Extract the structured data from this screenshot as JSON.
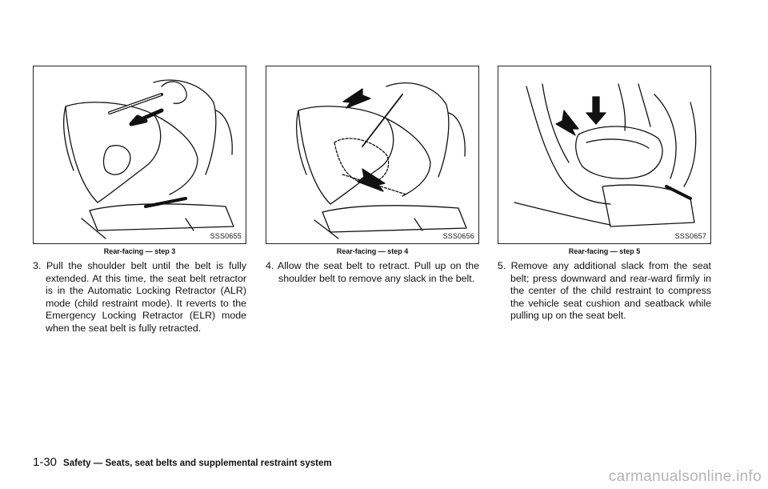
{
  "figures": [
    {
      "code": "SSS0655",
      "caption": "Rear-facing — step 3",
      "step": "3. Pull the shoulder belt until the belt is fully extended. At this time, the seat belt retractor is in the Automatic Locking Retractor (ALR) mode (child restraint mode). It reverts to the Emergency Locking Retractor (ELR) mode when the seat belt is fully retracted."
    },
    {
      "code": "SSS0656",
      "caption": "Rear-facing — step 4",
      "step": "4. Allow the seat belt to retract. Pull up on the shoulder belt to remove any slack in the belt."
    },
    {
      "code": "SSS0657",
      "caption": "Rear-facing — step 5",
      "step": "5. Remove any additional slack from the seat belt; press downward and rear-ward firmly in the center of the child restraint to compress the vehicle seat cushion and seatback while pulling up on the seat belt."
    }
  ],
  "footer": {
    "page_number": "1-30",
    "section_title": "Safety — Seats, seat belts and supplemental restraint system"
  },
  "watermark": "carmanualsonline.info",
  "colors": {
    "ink": "#111111",
    "watermark": "#b5b5b5"
  }
}
